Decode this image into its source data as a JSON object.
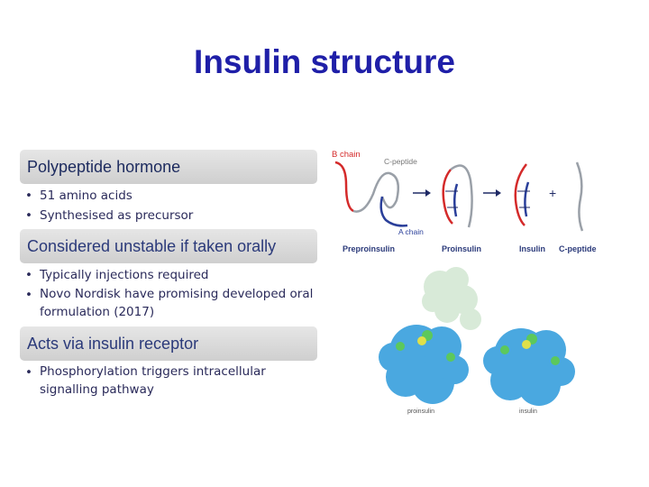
{
  "slide": {
    "title": "Insulin structure",
    "sections": [
      {
        "header": "Polypeptide hormone",
        "bullets": [
          "51 amino acids",
          "Synthesised as precursor"
        ]
      },
      {
        "header": "Considered unstable if taken orally",
        "bullets": [
          "Typically injections required",
          "Novo Nordisk have promising developed oral formulation (2017)"
        ]
      },
      {
        "header": "Acts via insulin receptor",
        "bullets": [
          "Phosphorylation triggers intracellular signalling pathway"
        ]
      }
    ],
    "bullet_glyph": "•"
  },
  "diagram": {
    "b_chain_label": "B chain",
    "c_peptide_label": "C-peptide",
    "a_chain_label": "A chain",
    "plus": "+",
    "captions": [
      "Preproinsulin",
      "Proinsulin",
      "Insulin",
      "C-peptide"
    ],
    "colors": {
      "b_chain": "#d42a2a",
      "a_chain": "#2a3f9a",
      "c_peptide": "#9aa0a8",
      "arrow": "#1f2a66"
    }
  },
  "structure_image": {
    "labels": [
      "proinsulin",
      "insulin"
    ],
    "colors": {
      "hexamer": "#4aa8e0",
      "zinc": "#e0e04a",
      "cpeptide": "#d8ead8",
      "accent": "#5cc85c"
    }
  }
}
